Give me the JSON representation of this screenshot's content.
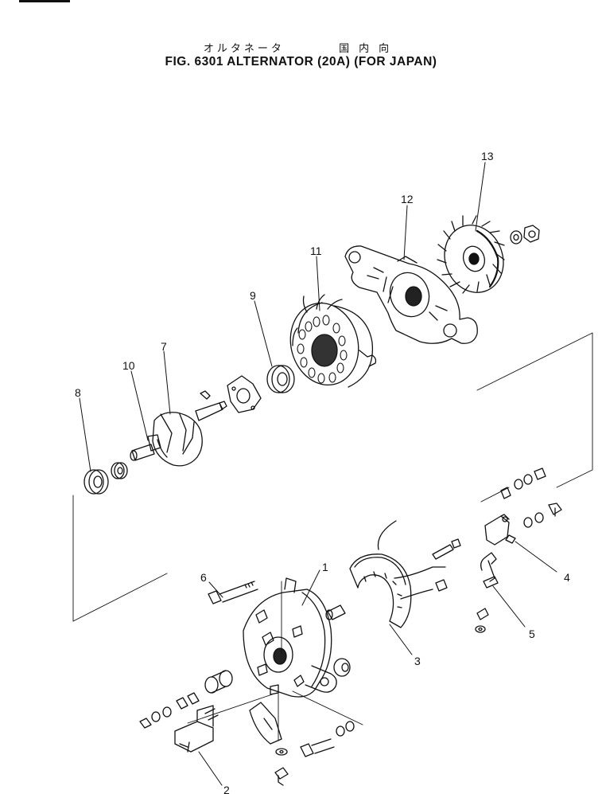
{
  "title": {
    "japanese_left": "オルタネータ",
    "japanese_right": "国内向",
    "english": "FIG. 6301  ALTERNATOR (20A) (FOR JAPAN)"
  },
  "callouts": [
    "1",
    "2",
    "3",
    "4",
    "5",
    "6",
    "7",
    "8",
    "9",
    "10",
    "11",
    "12",
    "13"
  ],
  "parts": [
    "front-bracket",
    "brush-holder",
    "stator-cover",
    "terminal-bracket",
    "terminal-lead",
    "through-bolt",
    "rotor",
    "front-bearing",
    "rear-bearing",
    "slip-ring",
    "stator",
    "rear-bracket",
    "cooling-fan"
  ]
}
